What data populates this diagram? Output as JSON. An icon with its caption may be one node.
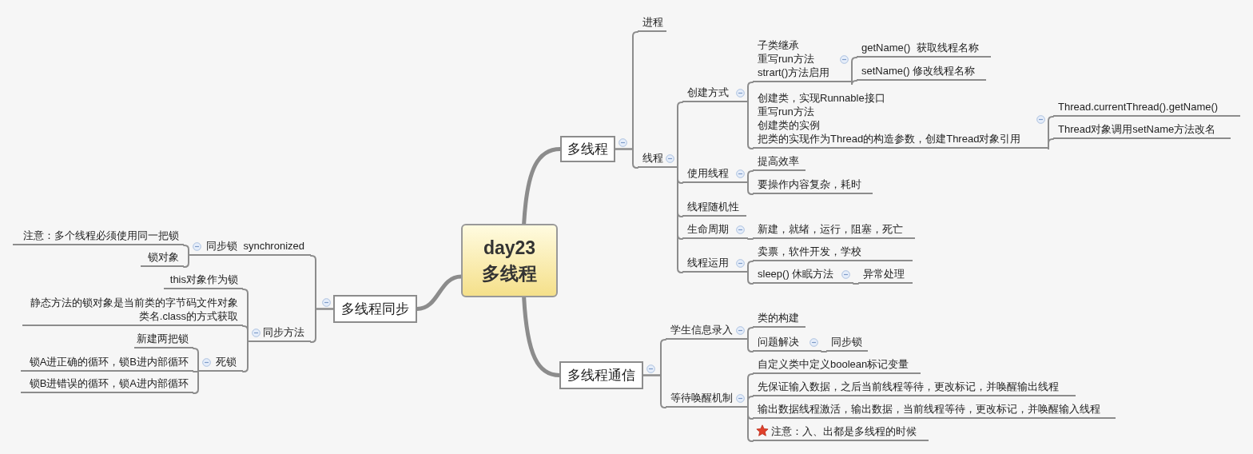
{
  "diagram": {
    "nodes": [
      {
        "text": [
          "day23 多线程"
        ]
      },
      {
        "text": [
          "多线程"
        ]
      },
      {
        "text": [
          "进程"
        ]
      },
      {
        "text": [
          "线程"
        ]
      },
      {
        "text": [
          "创建方式"
        ]
      },
      {
        "text": [
          "子类继承重写run方法strart()方法启用"
        ]
      },
      {
        "text": [
          "getName()  获取线程名称"
        ]
      },
      {
        "text": [
          "setName() 修改线程名称"
        ]
      },
      {
        "text": [
          "创建类，实现Runnable接口重写run方法创建类的实例把类的实现作为Thread的构造参数，创建Thread对象引用"
        ]
      },
      {
        "text": [
          "Thread.currentThread().getName()"
        ]
      },
      {
        "text": [
          "Thread对象调用setName方法改名"
        ]
      },
      {
        "text": [
          "使用线程"
        ]
      },
      {
        "text": [
          "提高效率"
        ]
      },
      {
        "text": [
          "要操作内容复杂，耗时"
        ]
      },
      {
        "text": [
          "线程随机性"
        ]
      },
      {
        "text": [
          "生命周期"
        ]
      },
      {
        "text": [
          "新建，就绪，运行，阻塞，死亡"
        ]
      },
      {
        "text": [
          "线程运用"
        ]
      },
      {
        "text": [
          "卖票，软件开发，学校"
        ]
      },
      {
        "text": [
          "sleep() 休眠方法"
        ]
      },
      {
        "text": [
          "异常处理"
        ]
      },
      {
        "text": [
          "多线程通信"
        ]
      },
      {
        "text": [
          "学生信息录入"
        ]
      },
      {
        "text": [
          "类的构建"
        ]
      },
      {
        "text": [
          "问题解决"
        ]
      },
      {
        "text": [
          "同步锁"
        ]
      },
      {
        "text": [
          "等待唤醒机制"
        ]
      },
      {
        "text": [
          "自定义类中定义boolean标记变量"
        ]
      },
      {
        "text": [
          "先保证输入数据，之后当前线程等待，更改标记，并唤醒输出线程"
        ]
      },
      {
        "text": [
          "输出数据线程激活，输出数据，当前线程等待，更改标记，并唤醒输入线程"
        ]
      },
      {
        "text": [
          "注意：入、出都是多线程的时候"
        ]
      },
      {
        "text": [
          "多线程同步"
        ]
      },
      {
        "text": [
          "同步锁  synchronized"
        ]
      },
      {
        "text": [
          "注意：多个线程必须使用同一把锁"
        ]
      },
      {
        "text": [
          "锁对象"
        ]
      },
      {
        "text": [
          "同步方法"
        ]
      },
      {
        "text": [
          "this对象作为锁"
        ]
      },
      {
        "text": [
          "静态方法的锁对象是当前类的字节码文件对象类名.class的方式获取"
        ]
      },
      {
        "text": [
          "死锁"
        ]
      },
      {
        "text": [
          "新建两把锁"
        ]
      },
      {
        "text": [
          "锁A进正确的循环，锁B进内部循环"
        ]
      },
      {
        "text": [
          "锁B进错误的循环，锁A进内部循环"
        ]
      }
    ],
    "edges": [
      {
        "from": 0,
        "to": 1,
        "arrow": "none",
        "style": "thick"
      },
      {
        "from": 0,
        "to": 21,
        "arrow": "none",
        "style": "thick"
      },
      {
        "from": 0,
        "to": 31,
        "arrow": "none",
        "style": "thick"
      },
      {
        "from": 1,
        "to": 2,
        "arrow": "none"
      },
      {
        "from": 1,
        "to": 3,
        "arrow": "none"
      },
      {
        "from": 3,
        "to": 4,
        "arrow": "none"
      },
      {
        "from": 3,
        "to": 11,
        "arrow": "none"
      },
      {
        "from": 3,
        "to": 14,
        "arrow": "none"
      },
      {
        "from": 3,
        "to": 15,
        "arrow": "none"
      },
      {
        "from": 3,
        "to": 17,
        "arrow": "none"
      },
      {
        "from": 4,
        "to": 5,
        "arrow": "none"
      },
      {
        "from": 4,
        "to": 8,
        "arrow": "none"
      },
      {
        "from": 5,
        "to": 6,
        "arrow": "none"
      },
      {
        "from": 5,
        "to": 7,
        "arrow": "none"
      },
      {
        "from": 8,
        "to": 9,
        "arrow": "none"
      },
      {
        "from": 8,
        "to": 10,
        "arrow": "none"
      },
      {
        "from": 11,
        "to": 12,
        "arrow": "none"
      },
      {
        "from": 11,
        "to": 13,
        "arrow": "none"
      },
      {
        "from": 15,
        "to": 16,
        "arrow": "none"
      },
      {
        "from": 17,
        "to": 18,
        "arrow": "none"
      },
      {
        "from": 17,
        "to": 19,
        "arrow": "none"
      },
      {
        "from": 19,
        "to": 20,
        "arrow": "none"
      },
      {
        "from": 21,
        "to": 22,
        "arrow": "none"
      },
      {
        "from": 21,
        "to": 26,
        "arrow": "none"
      },
      {
        "from": 22,
        "to": 23,
        "arrow": "none"
      },
      {
        "from": 22,
        "to": 24,
        "arrow": "none"
      },
      {
        "from": 24,
        "to": 25,
        "arrow": "none"
      },
      {
        "from": 26,
        "to": 27,
        "arrow": "none"
      },
      {
        "from": 26,
        "to": 28,
        "arrow": "none"
      },
      {
        "from": 26,
        "to": 29,
        "arrow": "none"
      },
      {
        "from": 26,
        "to": 30,
        "arrow": "none"
      },
      {
        "from": 31,
        "to": 32,
        "arrow": "none"
      },
      {
        "from": 31,
        "to": 35,
        "arrow": "none"
      },
      {
        "from": 32,
        "to": 33,
        "arrow": "none"
      },
      {
        "from": 32,
        "to": 34,
        "arrow": "none"
      },
      {
        "from": 35,
        "to": 36,
        "arrow": "none"
      },
      {
        "from": 35,
        "to": 37,
        "arrow": "none"
      },
      {
        "from": 35,
        "to": 38,
        "arrow": "none"
      },
      {
        "from": 38,
        "to": 39,
        "arrow": "none"
      },
      {
        "from": 38,
        "to": 40,
        "arrow": "none"
      },
      {
        "from": 38,
        "to": 41,
        "arrow": "none"
      }
    ]
  }
}
